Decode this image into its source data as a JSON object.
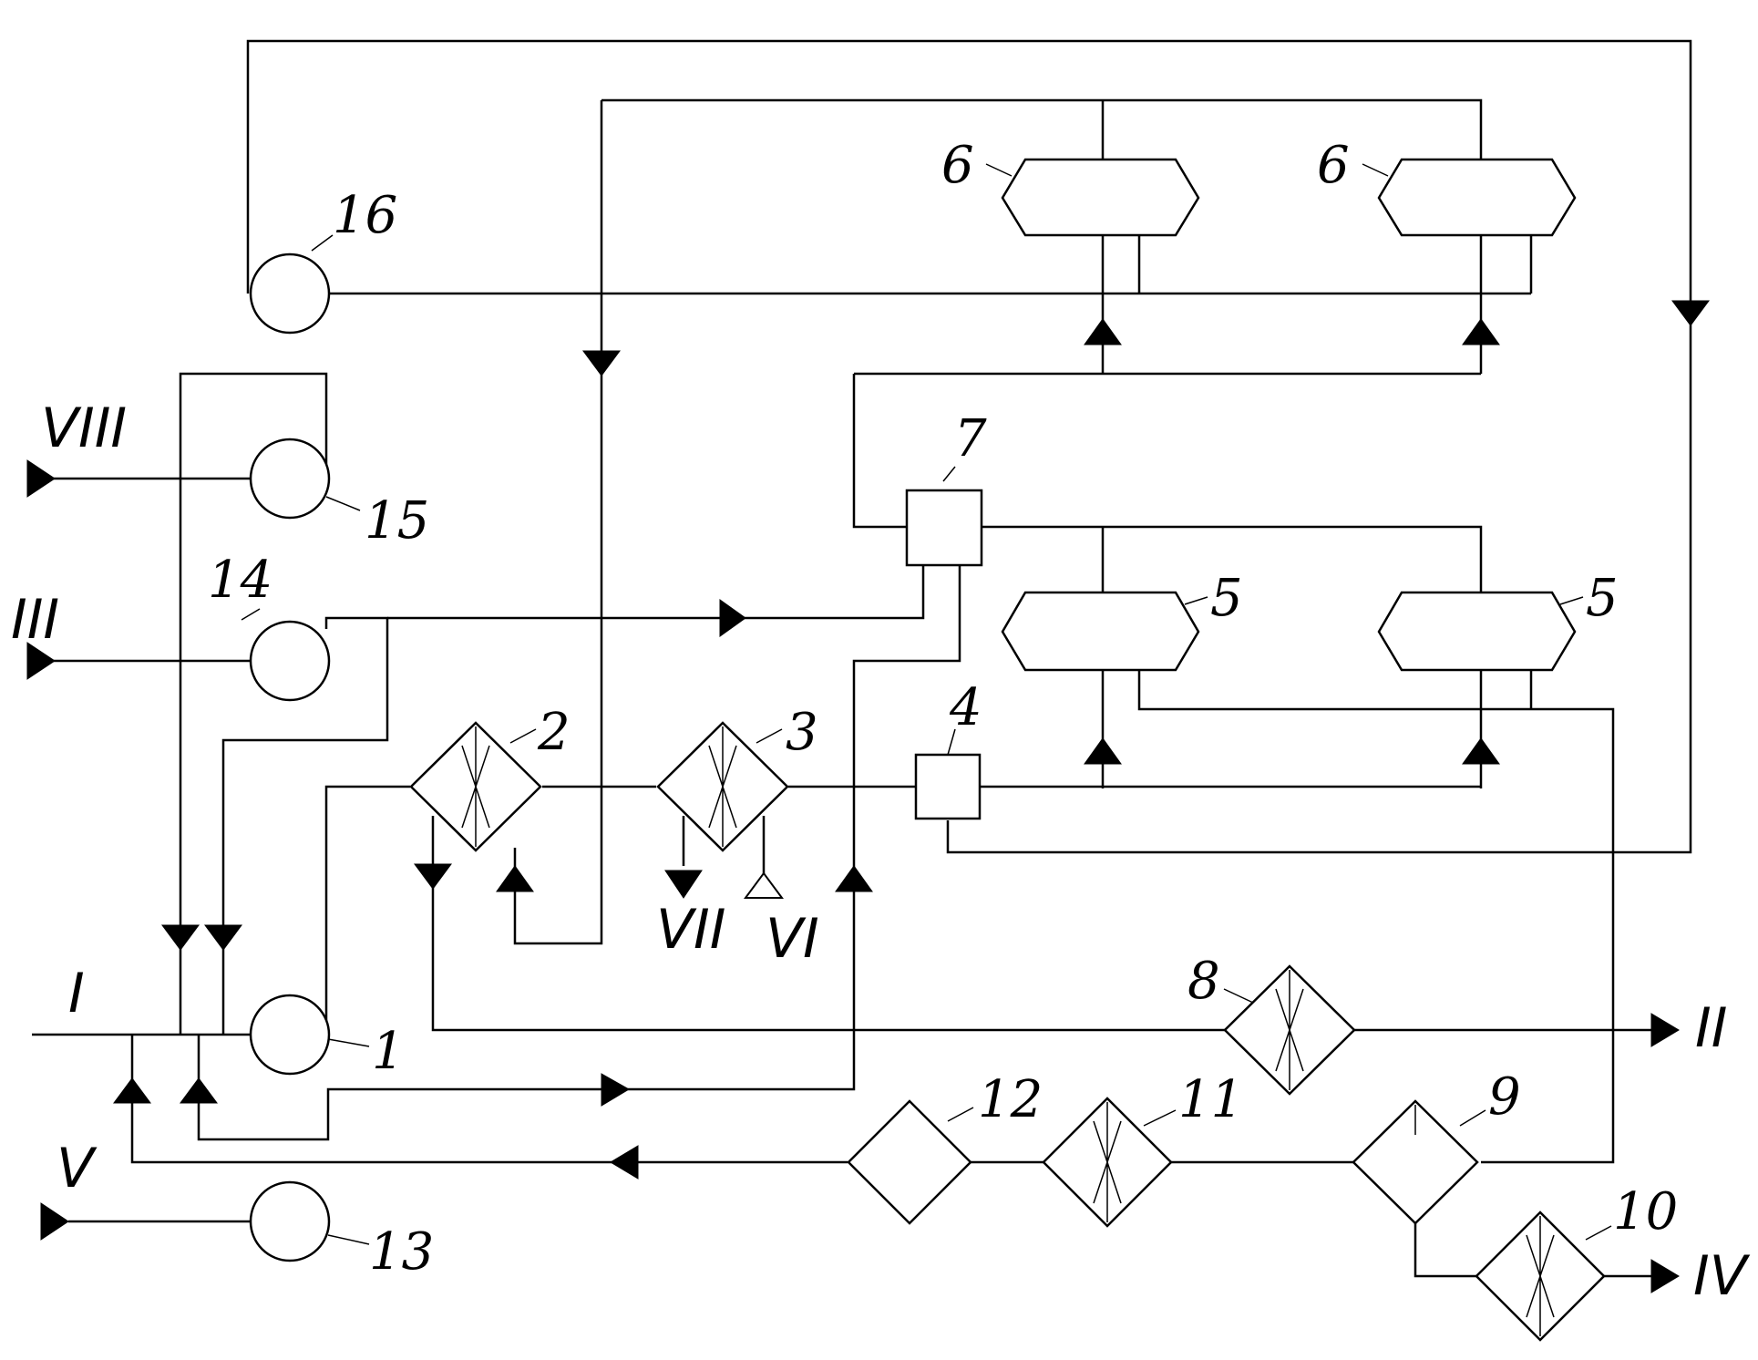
{
  "labels": {
    "n1": "1",
    "n2": "2",
    "n3": "3",
    "n4": "4",
    "n5a": "5",
    "n5b": "5",
    "n6a": "6",
    "n6b": "6",
    "n7": "7",
    "n8": "8",
    "n9": "9",
    "n10": "10",
    "n11": "11",
    "n12": "12",
    "n13": "13",
    "n14": "14",
    "n15": "15",
    "n16": "16"
  },
  "streams": {
    "I": "I",
    "II": "II",
    "III": "III",
    "IV": "IV",
    "V": "V",
    "VI": "VI",
    "VII": "VII",
    "VIII": "VIII"
  }
}
